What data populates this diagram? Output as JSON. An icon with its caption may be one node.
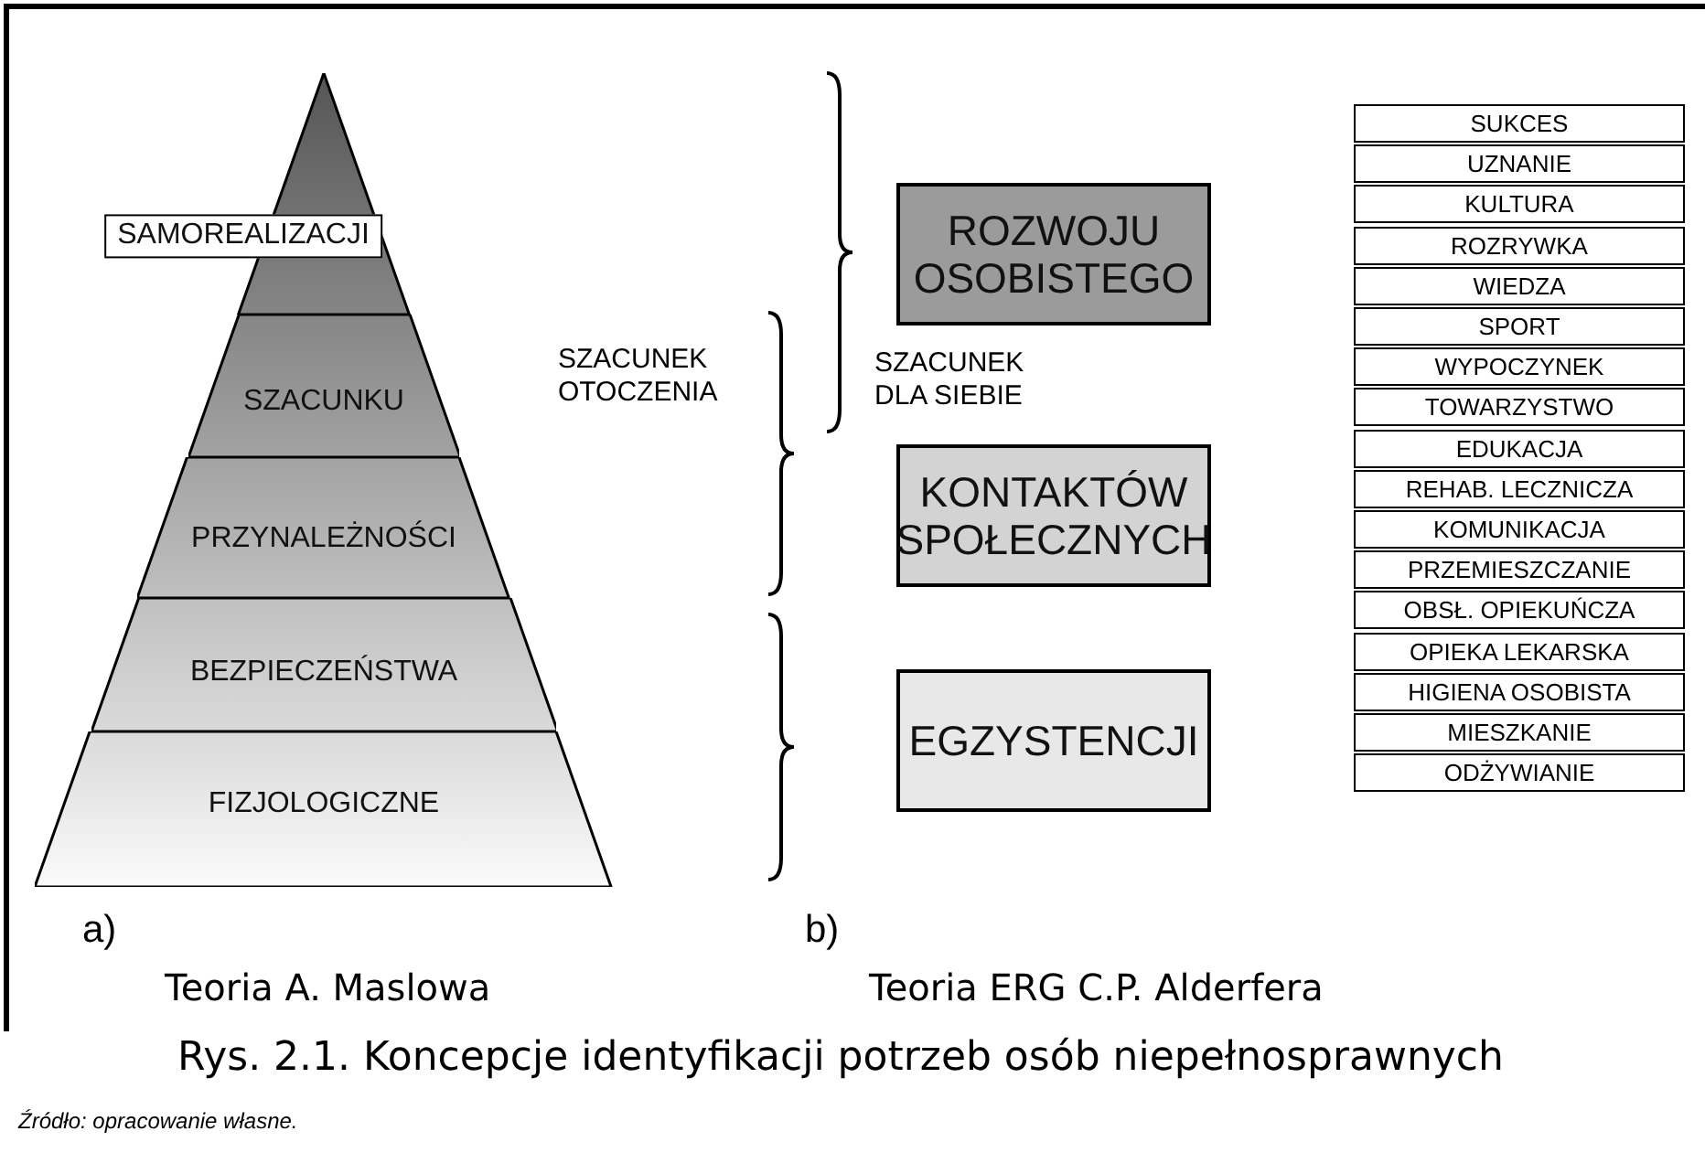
{
  "diagram": {
    "caption": "Rys. 2.1. Koncepcje identyfikacji potrzeb osób niepełnosprawnych",
    "nodes": [
      {
        "text": [
          "SAMOREALIZACJI"
        ]
      },
      {
        "text": [
          "SZACUNKU"
        ]
      },
      {
        "text": [
          "PRZYNALEŻNOŚCI"
        ]
      },
      {
        "text": [
          "BEZPIECZEŃSTWA"
        ]
      },
      {
        "text": [
          "FIZJOLOGICZNE"
        ]
      },
      {
        "text": [
          "ROZWOJU OSOBISTEGO"
        ]
      },
      {
        "text": [
          "KONTAKTÓW SPOŁECZNYCH"
        ]
      },
      {
        "text": [
          "EGZYSTENCJI"
        ]
      },
      {
        "text": [
          "SUKCES"
        ]
      },
      {
        "text": [
          "UZNANIE"
        ]
      },
      {
        "text": [
          "KULTURA"
        ]
      },
      {
        "text": [
          "ROZRYWKA"
        ]
      },
      {
        "text": [
          "WIEDZA"
        ]
      },
      {
        "text": [
          "SPORT"
        ]
      },
      {
        "text": [
          "WYPOCZYNEK"
        ]
      },
      {
        "text": [
          "TOWARZYSTWO"
        ]
      },
      {
        "text": [
          "EDUKACJA"
        ]
      },
      {
        "text": [
          "REHAB. LECZNICZA"
        ]
      },
      {
        "text": [
          "KOMUNIKACJA"
        ]
      },
      {
        "text": [
          "PRZEMIESZCZANIE"
        ]
      },
      {
        "text": [
          "OBSŁ. OPIEKUŃCZA"
        ]
      },
      {
        "text": [
          "OPIEKA LEKARSKA"
        ]
      },
      {
        "text": [
          "HIGIENA OSOBISTA"
        ]
      },
      {
        "text": [
          "MIESZKANIE"
        ]
      },
      {
        "text": [
          "ODŻYWIANIE"
        ]
      }
    ],
    "labels": [
      "SZACUNEK OTOCZENIA",
      "SZACUNEK DLA SIEBIE",
      "a)",
      "b)",
      "Teoria A. Maslowa",
      "Teoria ERG C.P. Alderfera",
      "Źródło: opracowanie własne."
    ]
  }
}
